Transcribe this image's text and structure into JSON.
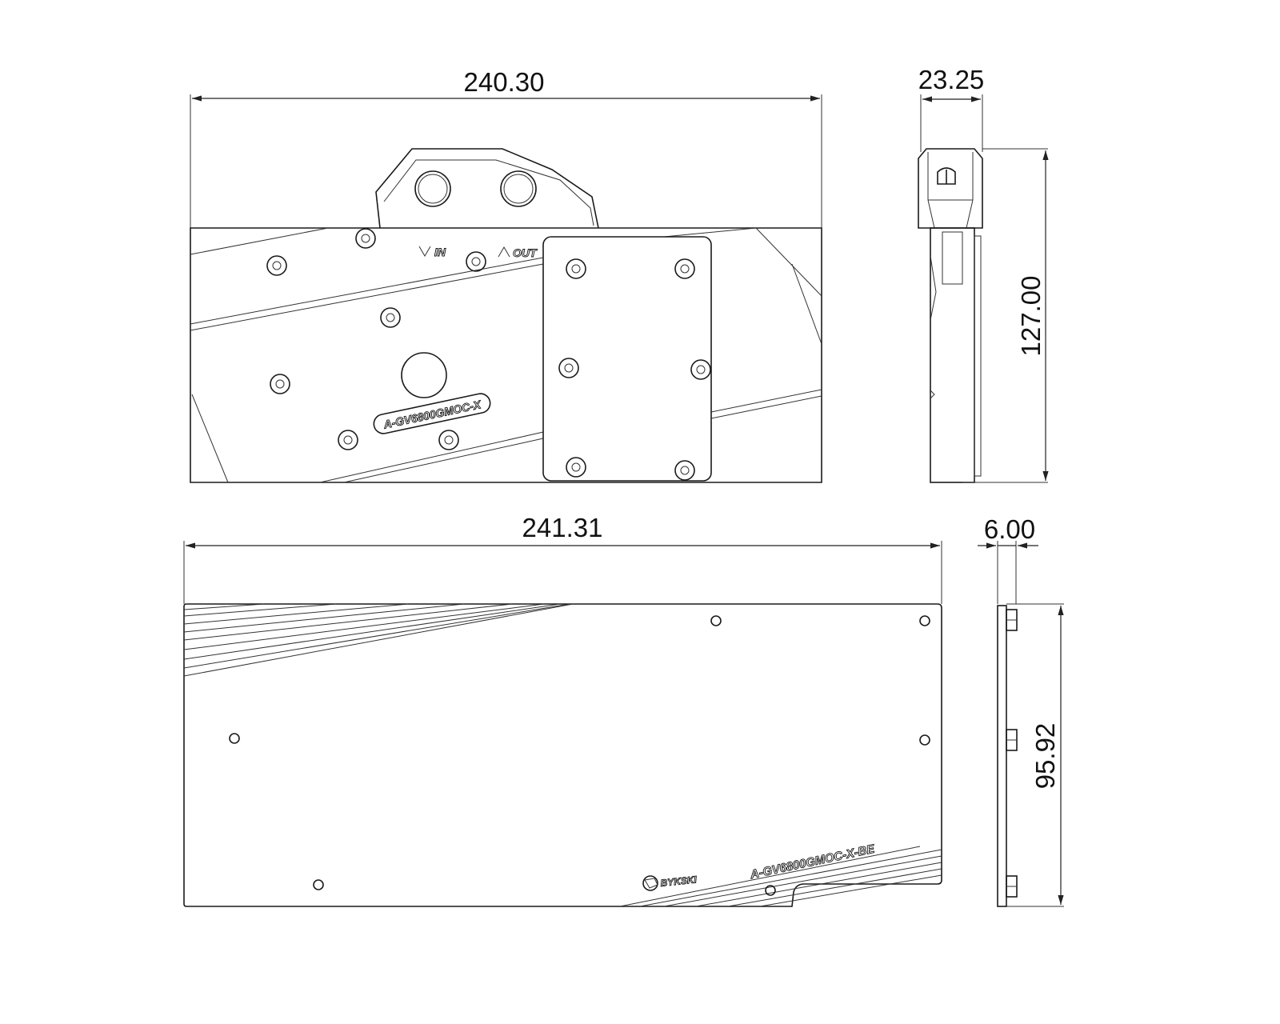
{
  "dimensions": {
    "block_length": "240.30",
    "block_thickness": "23.25",
    "block_height": "127.00",
    "backplate_length": "241.31",
    "backplate_thickness": "6.00",
    "backplate_height": "95.92"
  },
  "labels": {
    "inlet": "IN",
    "outlet": "OUT",
    "block_model": "A-GV6800GMOC-X",
    "backplate_model": "A-GV6800GMOC-X-BE",
    "brand": "BYKSKI"
  }
}
